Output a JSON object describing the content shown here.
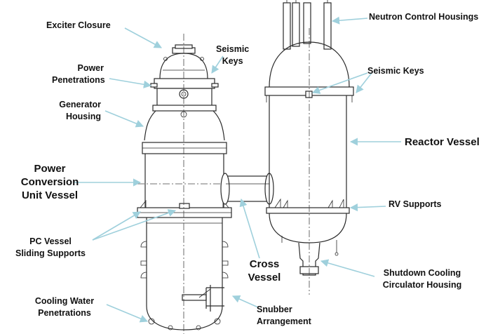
{
  "labels": {
    "exciter_closure": "Exciter Closure",
    "seismic_keys_left": [
      "Seismic",
      "Keys"
    ],
    "power_penetrations": [
      "Power",
      "Penetrations"
    ],
    "generator_housing": [
      "Generator",
      "Housing"
    ],
    "power_conversion_unit_vessel": [
      "Power",
      "Conversion",
      "Unit Vessel"
    ],
    "pc_vessel_sliding_supports": [
      "PC Vessel",
      "Sliding Supports"
    ],
    "cooling_water_penetrations": [
      "Cooling Water",
      "Penetrations"
    ],
    "cross_vessel": [
      "Cross",
      "Vessel"
    ],
    "snubber_arrangement": [
      "Snubber",
      "Arrangement"
    ],
    "neutron_control_housings": "Neutron Control Housings",
    "seismic_keys_right": "Seismic Keys",
    "reactor_vessel": "Reactor Vessel",
    "rv_supports": "RV Supports",
    "shutdown_cooling_circulator_housing": [
      "Shutdown Cooling",
      "Circulator Housing"
    ]
  },
  "colors": {
    "leader_lines": "#9fd0dc",
    "drawing_lines": "#2a2a2a",
    "text": "#111111",
    "background": "#ffffff"
  }
}
